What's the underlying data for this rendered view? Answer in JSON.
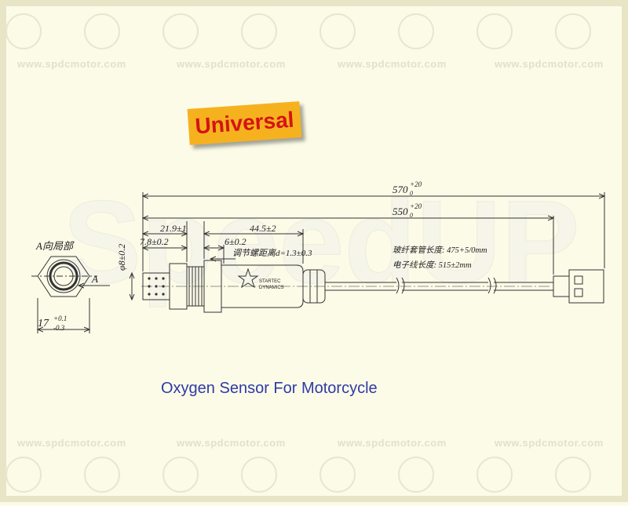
{
  "watermark": {
    "url": "www.spdcmotor.com",
    "center_text": "SpeedUP"
  },
  "badge": {
    "label": "Universal"
  },
  "caption": "Oxygen Sensor For Motorcycle",
  "drawing": {
    "view_label": "A向局部",
    "arrow_label": "A",
    "hex_width": "17",
    "hex_tol_upper": "+0.1",
    "hex_tol_lower": "-0.3",
    "overall_length": "570",
    "overall_tol": "+20",
    "overall_tol_lower": "0",
    "overall_length_2": "550",
    "overall_tol_2": "+20",
    "overall_tol_2_lower": "0",
    "dim_21_9": "21.9±1",
    "dim_44_5": "44.5±2",
    "dim_7_8": "7.8±0.2",
    "dim_6": "6±0.2",
    "dim_adjust": "调节螺距离d=1.3±0.3",
    "dia_8": "φ8±0.2",
    "note_sheath": "玻纤套管长度: 475+5/0mm",
    "note_wire": "电子线长度: 515±2mm",
    "brand_line1": "STARTEC",
    "brand_line2": "DYNAMICS"
  }
}
